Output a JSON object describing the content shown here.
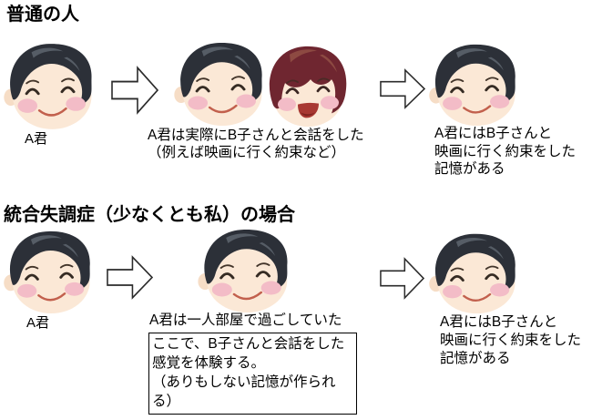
{
  "colors": {
    "background": "#ffffff",
    "text": "#000000",
    "boy_hair": "#2c3038",
    "boy_hair_highlight": "#565d66",
    "girl_hair": "#6f2630",
    "girl_hair_highlight": "#8d4a42",
    "skin": "#fbe8d6",
    "blush": "#f3bcc7",
    "eye_stroke": "#3c3026",
    "boy_mouth": "#c2604d",
    "girl_mouth": "#a83832",
    "arrow_fill": "#ffffff",
    "arrow_stroke": "#2b2b2b"
  },
  "icons": {
    "boy_face": "boy-face-icon",
    "girl_face": "girl-face-icon",
    "arrow": "right-arrow-icon"
  },
  "sections": [
    {
      "heading": "普通の人",
      "start_label": "A君",
      "middle_caption_lines": [
        "A君は実際にB子さんと会話をした",
        "（例えば映画に行く約束など）"
      ],
      "end_caption_lines": [
        "A君にはB子さんと",
        "映画に行く約束をした",
        "記憶がある"
      ]
    },
    {
      "heading": "統合失調症（少なくとも私）の場合",
      "start_label": "A君",
      "middle_caption_lines": [
        "A君は一人部屋で過ごしていた"
      ],
      "note_box_lines": [
        "ここで、B子さんと会話をした",
        "感覚を体験する。",
        "（ありもしない記憶が作られ",
        "る）"
      ],
      "end_caption_lines": [
        "A君にはB子さんと",
        "映画に行く約束をした",
        "記憶がある"
      ]
    }
  ]
}
